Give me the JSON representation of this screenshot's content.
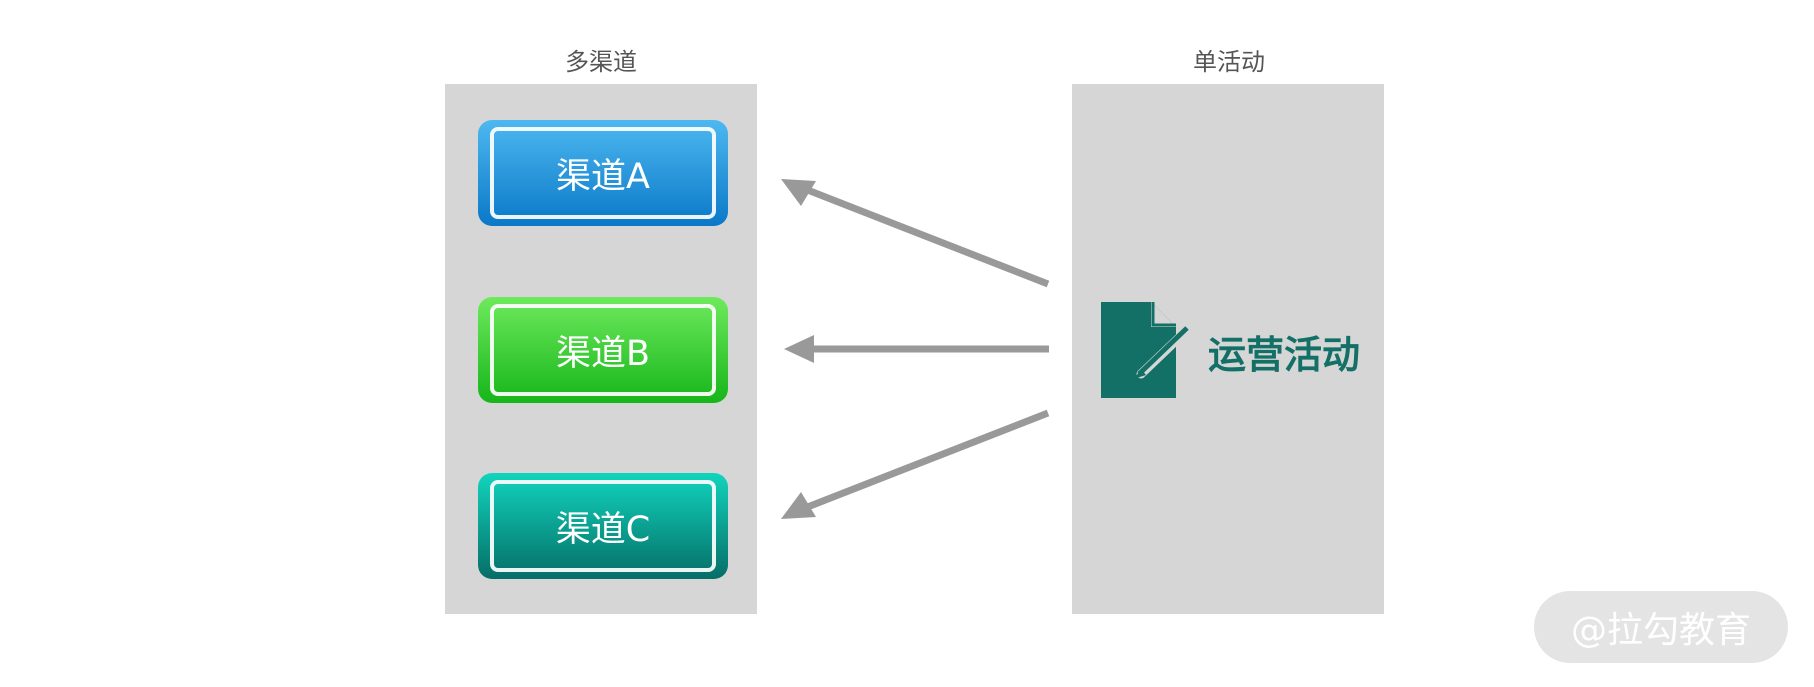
{
  "left_column": {
    "title": "多渠道",
    "channels": [
      {
        "label": "渠道A",
        "color": "#1b8fd8"
      },
      {
        "label": "渠道B",
        "color": "#2ec82a"
      },
      {
        "label": "渠道C",
        "color": "#0aa596"
      }
    ]
  },
  "right_column": {
    "title": "单活动",
    "activity": {
      "label": "运营活动",
      "icon": "document-edit-icon",
      "color": "#137066"
    }
  },
  "arrows": {
    "color": "#999999",
    "count": 3
  },
  "watermark": {
    "text": "@拉勾教育"
  }
}
